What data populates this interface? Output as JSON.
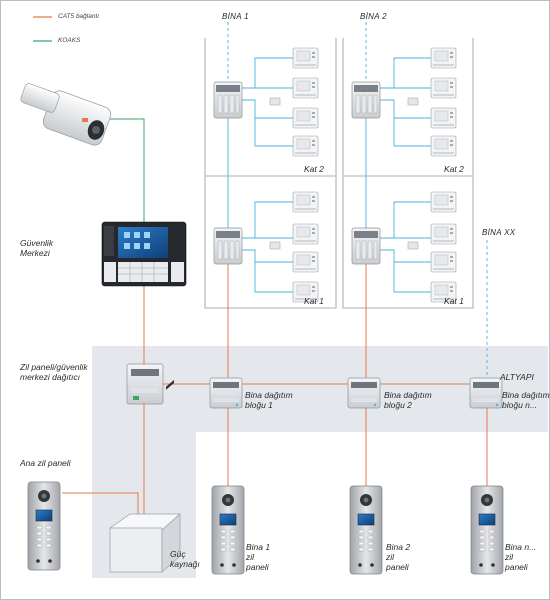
{
  "legend": {
    "cat5_label": "CAT5 bağlantı",
    "coax_label": "KOAKS",
    "cat5_color": "#e8784a",
    "coax_color": "#4ab3dd"
  },
  "colors": {
    "cat5": "#e8784a",
    "coax": "#4ab3dd",
    "wire_green": "#3aa36a",
    "infra_bg": "#e4e8ec",
    "building_outline": "#c7cace"
  },
  "buildings": {
    "b1_title": "BİNA 1",
    "b2_title": "BİNA 2",
    "bxx_title": "BİNA XX",
    "kat2": "Kat 2",
    "kat1": "Kat 1"
  },
  "labels": {
    "security_center": "Güvenlik\nMerkezi",
    "distributor": "Zil paneli/güvenlik\nmerkezi dağıtıcı",
    "main_panel": "Ana zil paneli",
    "power_supply": "Güç\nkaynağı",
    "infra": "ALTYAPI",
    "dist1": "Bina dağıtım\nbloğu 1",
    "dist2": "Bina dağıtım\nbloğu 2",
    "distn": "Bina dağıtım\nbloğu n...",
    "panel1": "Bina 1\nzil\npaneli",
    "panel2": "Bina 2\nzil\npaneli",
    "paneln": "Bina n...\nzil\npaneli"
  }
}
